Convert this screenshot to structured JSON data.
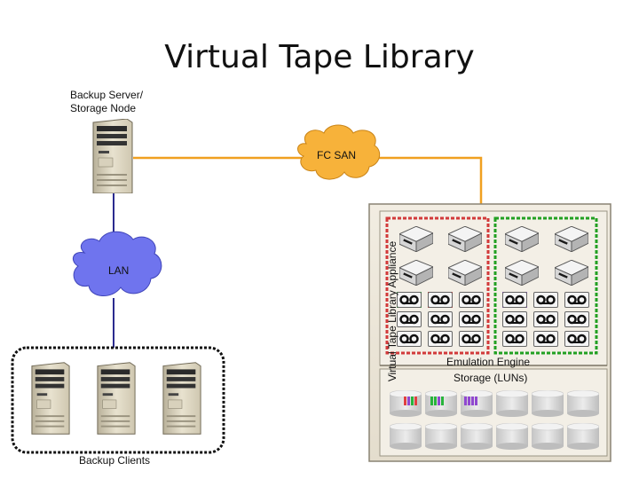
{
  "title": "Virtual Tape Library",
  "backup_server_label": [
    "Backup Server/",
    "Storage Node"
  ],
  "fc_san_label": "FC SAN",
  "lan_label": "LAN",
  "appliance_label": "Virtual Tape Library Appliance",
  "emulation_engine_label": "Emulation Engine",
  "storage_label": "Storage (LUNs)",
  "backup_clients_label": "Backup Clients",
  "colors": {
    "fc_link": "#f0a020",
    "lan_link": "#2b2b8f",
    "fc_cloud": "#f7b23a",
    "lan_cloud": "#6f74ee",
    "red_group": "#d23a3a",
    "green_group": "#22a022",
    "tape_green": "#28b43c",
    "tape_red": "#e04040",
    "tape_purple": "#9048d0"
  }
}
